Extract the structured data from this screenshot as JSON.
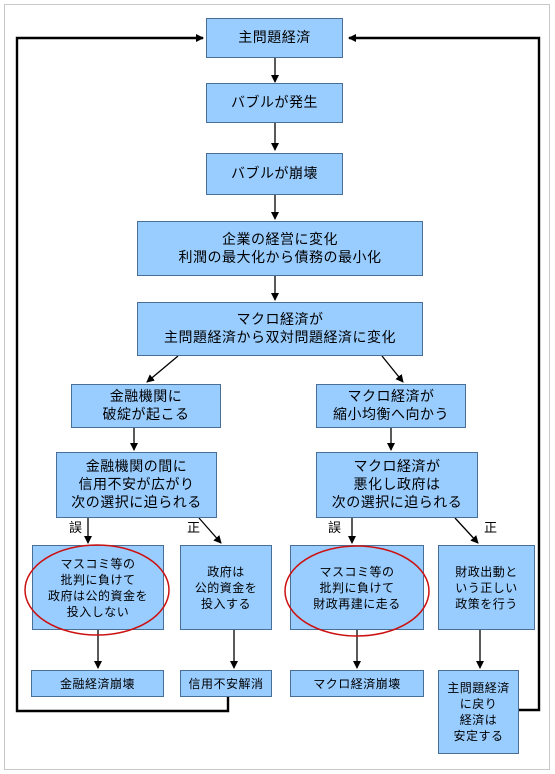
{
  "nodes": {
    "main_problem_economy": "主問題経済",
    "bubble_occurs": "バブルが発生",
    "bubble_collapses": "バブルが崩壊",
    "corporate_change": "企業の経営に変化\n利潤の最大化から債務の最小化",
    "macro_change": "マクロ経済が\n主問題経済から双対問題経済に変化",
    "financial_failure": "金融機関に\n破綻が起こる",
    "macro_contraction": "マクロ経済が\n縮小均衡へ向かう",
    "credit_anxiety": "金融機関の間に\n信用不安が広がり\n次の選択に迫られる",
    "macro_worsens": "マクロ経済が\n悪化し政府は\n次の選択に迫られる",
    "no_public_funds": "マスコミ等の\n批判に負けて\n政府は公的資金を\n投入しない",
    "inject_public_funds": "政府は\n公的資金を\n投入する",
    "fiscal_reconstruction": "マスコミ等の\n批判に負けて\n財政再建に走る",
    "fiscal_stimulus": "財政出動と\nいう正しい\n政策を行う",
    "financial_collapse": "金融経済崩壊",
    "credit_resolved": "信用不安解消",
    "macro_collapse": "マクロ経済崩壊",
    "return_stable": "主問題経済\nに戻り\n経済は\n安定する"
  },
  "labels": {
    "wrong_left": "誤",
    "right_left": "正",
    "wrong_right": "誤",
    "right_right": "正"
  },
  "colors": {
    "box_fill": "#99ccff",
    "box_border": "#4a6f96",
    "highlight_ellipse": "#cc1111",
    "connector": "#000000"
  }
}
